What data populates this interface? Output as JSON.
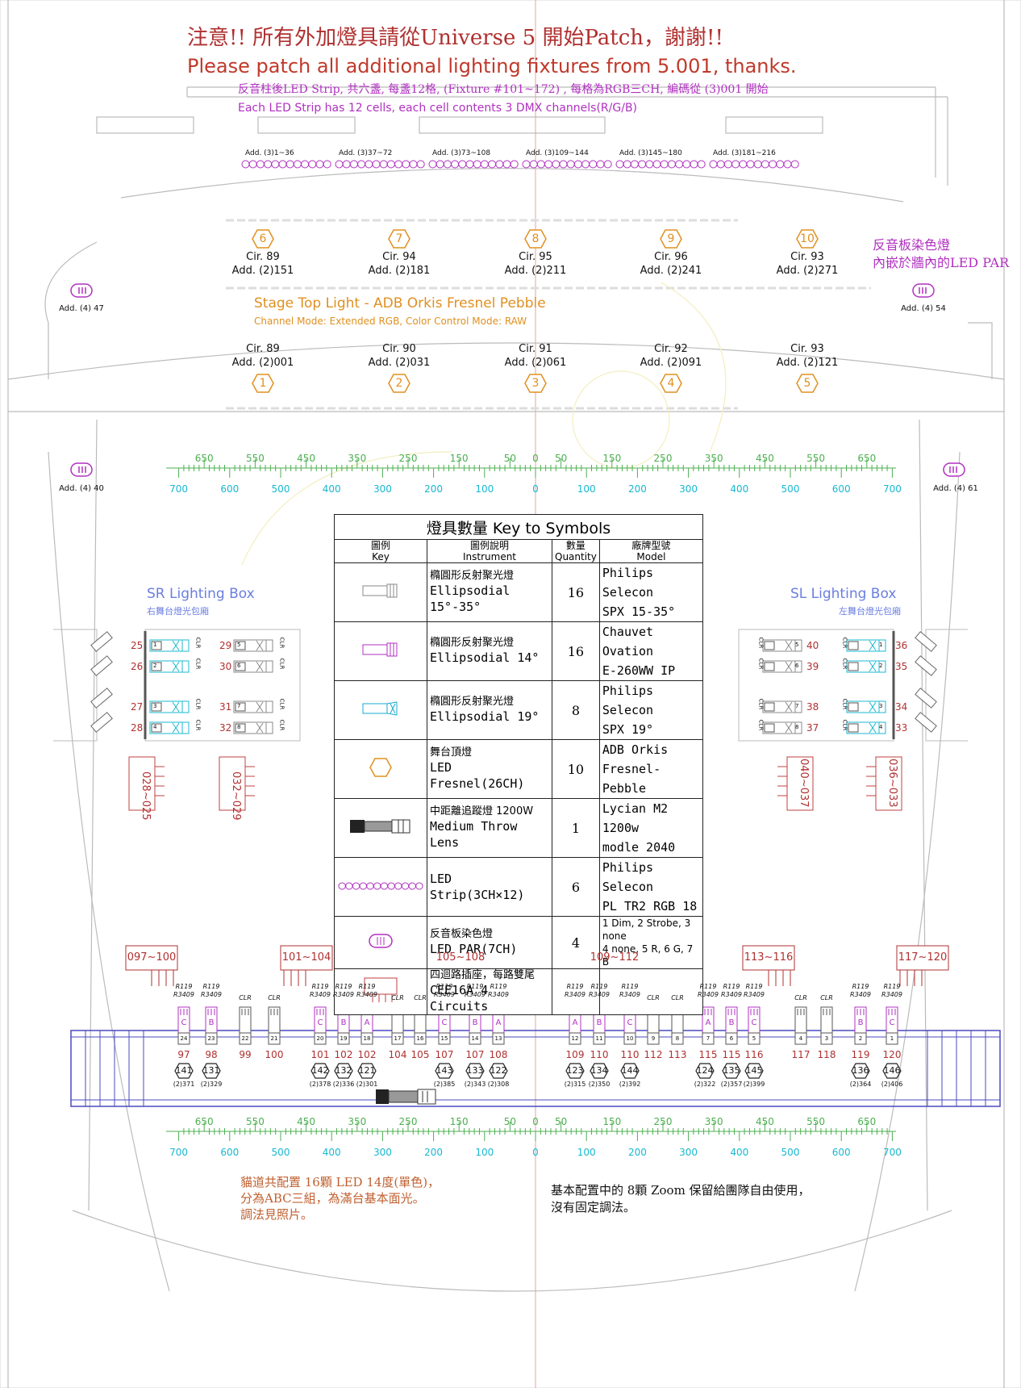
{
  "header": {
    "notice_zh": "注意!! 所有外加燈具請從Universe 5 開始Patch，謝謝!!",
    "notice_en": "Please patch all additional lighting fixtures from 5.001, thanks.",
    "strip_zh": "反音柱後LED Strip, 共六盞, 每盞12格, (Fixture #101~172) , 每格為RGB三CH, 編碼從 (3)001 開始",
    "strip_en": "Each LED Strip has 12 cells, each cell contents 3 DMX channels(R/G/B)"
  },
  "strips": [
    "Add. (3)1~36",
    "Add. (3)37~72",
    "Add. (3)73~108",
    "Add. (3)109~144",
    "Add. (3)145~180",
    "Add. (3)181~216"
  ],
  "stage_top": {
    "title": "Stage Top Light - ADB Orkis Fresnel Pebble",
    "mode": "Channel Mode: Extended RGB, Color Control Mode: RAW",
    "upper": [
      {
        "n": "6",
        "cir": "Cir. 89",
        "add": "Add. (2)151"
      },
      {
        "n": "7",
        "cir": "Cir. 94",
        "add": "Add. (2)181"
      },
      {
        "n": "8",
        "cir": "Cir. 95",
        "add": "Add. (2)211"
      },
      {
        "n": "9",
        "cir": "Cir. 96",
        "add": "Add. (2)241"
      },
      {
        "n": "10",
        "cir": "Cir. 93",
        "add": "Add. (2)271"
      }
    ],
    "lower": [
      {
        "n": "1",
        "cir": "Cir. 89",
        "add": "Add. (2)001"
      },
      {
        "n": "2",
        "cir": "Cir. 90",
        "add": "Add. (2)031"
      },
      {
        "n": "3",
        "cir": "Cir. 91",
        "add": "Add. (2)061"
      },
      {
        "n": "4",
        "cir": "Cir. 92",
        "add": "Add. (2)091"
      },
      {
        "n": "5",
        "cir": "Cir. 93",
        "add": "Add. (2)121"
      }
    ]
  },
  "led_par": {
    "label1": "反音板染色燈",
    "label2": "內嵌於牆內的LED PAR",
    "items": [
      "Add. (4) 47",
      "Add. (4) 54",
      "Add. (4) 40",
      "Add. (4) 61"
    ]
  },
  "ruler": {
    "top": [
      "650",
      "550",
      "450",
      "350",
      "250",
      "150",
      "50",
      "0",
      "50",
      "150",
      "250",
      "350",
      "450",
      "550",
      "650"
    ],
    "bottom": [
      "700",
      "600",
      "500",
      "400",
      "300",
      "200",
      "100",
      "0",
      "100",
      "200",
      "300",
      "400",
      "500",
      "600",
      "700"
    ]
  },
  "key": {
    "title": "燈具數量 Key to Symbols",
    "h_key_zh": "圖例",
    "h_key_en": "Key",
    "h_inst_zh": "圖例說明",
    "h_inst_en": "Instrument",
    "h_qty_zh": "數量",
    "h_qty_en": "Quantity",
    "h_model_zh": "廠牌型號",
    "h_model_en": "Model",
    "rows": [
      {
        "zh": "橢圓形反射聚光燈",
        "en": "Ellipsodial 15°-35°",
        "qty": "16",
        "m1": "Philips Selecon",
        "m2": "SPX 15-35°"
      },
      {
        "zh": "橢圓形反射聚光燈",
        "en": "Ellipsodial 14°",
        "qty": "16",
        "m1": "Chauvet Ovation",
        "m2": "E-260WW IP"
      },
      {
        "zh": "橢圓形反射聚光燈",
        "en": "Ellipsodial 19°",
        "qty": "8",
        "m1": "Philips Selecon",
        "m2": "SPX 19°"
      },
      {
        "zh": "舞台頂燈",
        "en": "LED Fresnel(26CH)",
        "qty": "10",
        "m1": "ADB Orkis",
        "m2": "Fresnel-Pebble"
      },
      {
        "zh": "中距離追蹤燈 1200W",
        "en": "Medium Throw Lens",
        "qty": "1",
        "m1": "Lycian M2 1200w",
        "m2": "modle 2040"
      },
      {
        "zh": "",
        "en": "LED Strip(3CH×12)",
        "qty": "6",
        "m1": "Philips Selecon",
        "m2": "PL TR2 RGB 18"
      },
      {
        "zh": "反音板染色燈",
        "en": "LED PAR(7CH)",
        "qty": "4",
        "m1": "1 Dim, 2 Strobe, 3 none",
        "m2": "4 none, 5 R, 6 G, 7 B"
      },
      {
        "zh": "四迴路插座，每路雙尾",
        "en": "CEE16A 4 Circuits",
        "qty": "",
        "m1": "",
        "m2": ""
      }
    ]
  },
  "sr_box": {
    "title": "SR Lighting Box",
    "sub": "右舞台燈光包廂",
    "col1": [
      "25",
      "26",
      "27",
      "28"
    ],
    "slots1": [
      "1",
      "2",
      "3",
      "4"
    ],
    "col2": [
      "29",
      "30",
      "31",
      "32"
    ],
    "slots2": [
      "5",
      "6",
      "7",
      "8"
    ],
    "clr": "CLR",
    "cee": [
      "028~025",
      "032~029"
    ]
  },
  "sl_box": {
    "title": "SL Lighting Box",
    "sub": "左舞台燈光包廂",
    "col1": [
      "40",
      "39",
      "38",
      "37"
    ],
    "slots1": [
      "5",
      "6",
      "7",
      "8"
    ],
    "col2": [
      "36",
      "35",
      "34",
      "33"
    ],
    "slots2": [
      "1",
      "2",
      "3",
      "4"
    ],
    "clr": "CLR",
    "cee": [
      "040~037",
      "036~033"
    ]
  },
  "catwalk": {
    "groups": [
      "097~100",
      "101~104",
      "105~108",
      "109~112",
      "113~116",
      "117~120"
    ],
    "fixtures": [
      {
        "gel1": "R119",
        "gel2": "R3409",
        "letter": "C",
        "slot": "24",
        "ch": "97"
      },
      {
        "gel1": "R119",
        "gel2": "R3409",
        "letter": "B",
        "slot": "23",
        "ch": "98"
      },
      {
        "gel1": "",
        "gel2": "CLR",
        "letter": "",
        "slot": "22",
        "ch": "99"
      },
      {
        "gel1": "",
        "gel2": "CLR",
        "letter": "",
        "slot": "21",
        "ch": "100"
      },
      {
        "gel1": "R119",
        "gel2": "R3409",
        "letter": "C",
        "slot": "20",
        "ch": "101"
      },
      {
        "gel1": "R119",
        "gel2": "R3409",
        "letter": "B",
        "slot": "19",
        "ch": "102"
      },
      {
        "gel1": "R119",
        "gel2": "R3409",
        "letter": "A",
        "slot": "18",
        "ch": "102"
      },
      {
        "gel1": "",
        "gel2": "CLR",
        "letter": "",
        "slot": "17",
        "ch": "104"
      },
      {
        "gel1": "",
        "gel2": "CLR",
        "letter": "",
        "slot": "16",
        "ch": "105"
      },
      {
        "gel1": "R119",
        "gel2": "R3409",
        "letter": "C",
        "slot": "15",
        "ch": "107"
      },
      {
        "gel1": "R119",
        "gel2": "R3409",
        "letter": "B",
        "slot": "14",
        "ch": "107"
      },
      {
        "gel1": "R119",
        "gel2": "R3409",
        "letter": "A",
        "slot": "13",
        "ch": "108"
      },
      {
        "gel1": "R119",
        "gel2": "R3409",
        "letter": "A",
        "slot": "12",
        "ch": "109"
      },
      {
        "gel1": "R119",
        "gel2": "R3409",
        "letter": "B",
        "slot": "11",
        "ch": "110"
      },
      {
        "gel1": "R119",
        "gel2": "R3409",
        "letter": "C",
        "slot": "10",
        "ch": "110"
      },
      {
        "gel1": "",
        "gel2": "CLR",
        "letter": "",
        "slot": "9",
        "ch": "112"
      },
      {
        "gel1": "",
        "gel2": "CLR",
        "letter": "",
        "slot": "8",
        "ch": "113"
      },
      {
        "gel1": "R119",
        "gel2": "R3409",
        "letter": "A",
        "slot": "7",
        "ch": "115"
      },
      {
        "gel1": "R119",
        "gel2": "R3409",
        "letter": "B",
        "slot": "6",
        "ch": "115"
      },
      {
        "gel1": "R119",
        "gel2": "R3409",
        "letter": "C",
        "slot": "5",
        "ch": "116"
      },
      {
        "gel1": "",
        "gel2": "CLR",
        "letter": "",
        "slot": "4",
        "ch": "117"
      },
      {
        "gel1": "",
        "gel2": "CLR",
        "letter": "",
        "slot": "3",
        "ch": "118"
      },
      {
        "gel1": "R119",
        "gel2": "R3409",
        "letter": "B",
        "slot": "2",
        "ch": "119"
      },
      {
        "gel1": "R119",
        "gel2": "R3409",
        "letter": "C",
        "slot": "1",
        "ch": "120"
      }
    ],
    "zooms": [
      {
        "id": "141",
        "add": "(2)371"
      },
      {
        "id": "131",
        "add": "(2)329"
      },
      {
        "id": "142",
        "add": "(2)378"
      },
      {
        "id": "132",
        "add": "(2)336"
      },
      {
        "id": "121",
        "add": "(2)301"
      },
      {
        "id": "143",
        "add": "(2)385"
      },
      {
        "id": "133",
        "add": "(2)343"
      },
      {
        "id": "122",
        "add": "(2)308"
      },
      {
        "id": "123",
        "add": "(2)315"
      },
      {
        "id": "134",
        "add": "(2)350"
      },
      {
        "id": "144",
        "add": "(2)392"
      },
      {
        "id": "124",
        "add": "(2)322"
      },
      {
        "id": "135",
        "add": "(2)357"
      },
      {
        "id": "145",
        "add": "(2)399"
      },
      {
        "id": "136",
        "add": "(2)364"
      },
      {
        "id": "146",
        "add": "(2)406"
      }
    ]
  },
  "notes": {
    "left1": "貓道共配置 16顆 LED 14度(單色)，",
    "left2": "分為ABC三組，為滿台基本面光。",
    "left3": "調法見照片。",
    "right1": "基本配置中的 8顆 Zoom 保留給團隊自由使用，",
    "right2": "沒有固定調法。"
  },
  "colors": {
    "red": "#b03030",
    "magenta": "#b030c0",
    "orange": "#e09020",
    "blue": "#6a7ee0",
    "green": "#4caf50",
    "cyan": "#18b8d0"
  }
}
